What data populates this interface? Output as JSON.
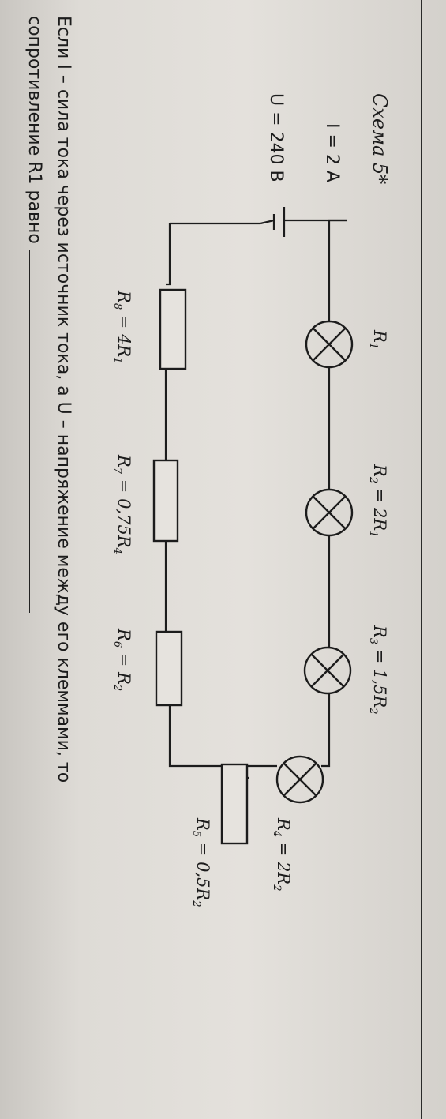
{
  "title": "Схема 5*",
  "source": {
    "current": "I = 2 A",
    "voltage": "U = 240 B"
  },
  "elements": [
    {
      "id": "R1",
      "kind": "lamp",
      "label": "R1",
      "name": "R",
      "sub": "1",
      "rhs": ""
    },
    {
      "id": "R2",
      "kind": "lamp",
      "label": "R2 = 2R1",
      "name": "R",
      "sub": "2",
      "rhs": "2R",
      "rhs_sub": "1"
    },
    {
      "id": "R3",
      "kind": "lamp",
      "label": "R3 = 1,5R2",
      "name": "R",
      "sub": "3",
      "rhs": "1,5R",
      "rhs_sub": "2"
    },
    {
      "id": "R4",
      "kind": "lamp",
      "label": "R4 = 2R2",
      "name": "R",
      "sub": "4",
      "rhs": "2R",
      "rhs_sub": "2"
    },
    {
      "id": "R5",
      "kind": "resistor",
      "label": "R5 = 0,5R2",
      "name": "R",
      "sub": "5",
      "rhs": "0,5R",
      "rhs_sub": "2"
    },
    {
      "id": "R6",
      "kind": "resistor",
      "label": "R6 = R2",
      "name": "R",
      "sub": "6",
      "rhs": "R",
      "rhs_sub": "2"
    },
    {
      "id": "R7",
      "kind": "resistor",
      "label": "R7 = 0,75R4",
      "name": "R",
      "sub": "7",
      "rhs": "0,75R",
      "rhs_sub": "4"
    },
    {
      "id": "R8",
      "kind": "resistor",
      "label": "R8 = 4R1",
      "name": "R",
      "sub": "8",
      "rhs": "4R",
      "rhs_sub": "1"
    }
  ],
  "task": {
    "line1": "Если I – сила тока через источник тока, а U – напряжение между его клеммами, то",
    "line2": "сопротивление R1 равно"
  },
  "colors": {
    "ink": "#1c1c1c",
    "paper": "#e2dfda"
  }
}
